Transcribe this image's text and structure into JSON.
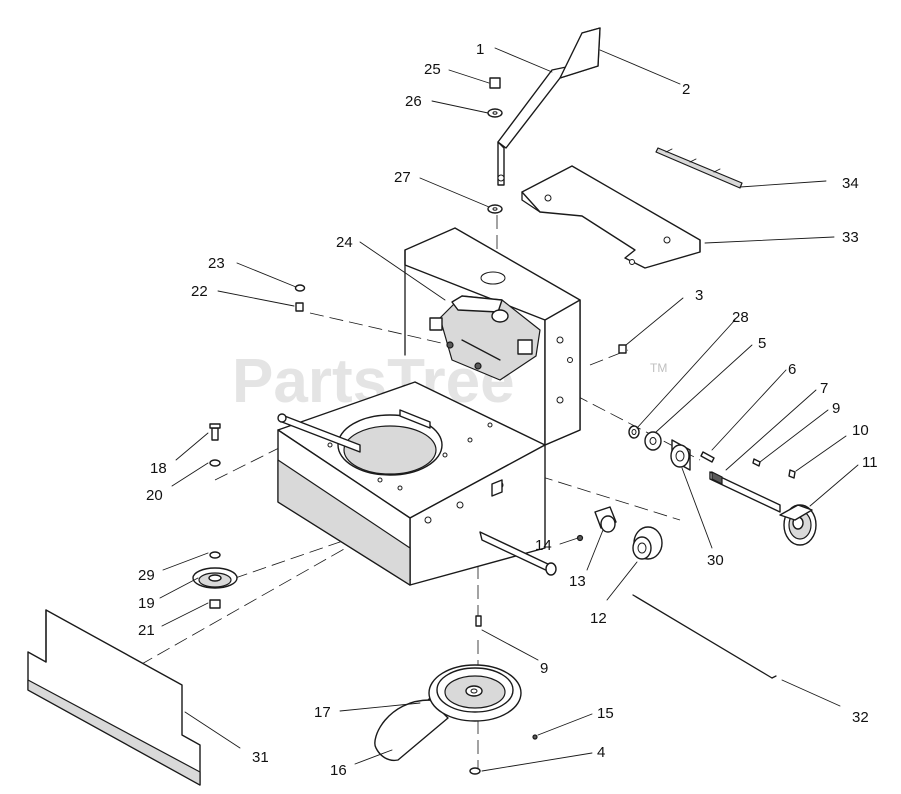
{
  "watermark": {
    "text": "PartsTree",
    "tm": "TM"
  },
  "callouts": [
    {
      "id": "1",
      "label": "1"
    },
    {
      "id": "2",
      "label": "2"
    },
    {
      "id": "3",
      "label": "3"
    },
    {
      "id": "4",
      "label": "4"
    },
    {
      "id": "5",
      "label": "5"
    },
    {
      "id": "6",
      "label": "6"
    },
    {
      "id": "7",
      "label": "7"
    },
    {
      "id": "9a",
      "label": "9"
    },
    {
      "id": "9b",
      "label": "9"
    },
    {
      "id": "10",
      "label": "10"
    },
    {
      "id": "11",
      "label": "11"
    },
    {
      "id": "12",
      "label": "12"
    },
    {
      "id": "13",
      "label": "13"
    },
    {
      "id": "14",
      "label": "14"
    },
    {
      "id": "15",
      "label": "15"
    },
    {
      "id": "16",
      "label": "16"
    },
    {
      "id": "17",
      "label": "17"
    },
    {
      "id": "18",
      "label": "18"
    },
    {
      "id": "19",
      "label": "19"
    },
    {
      "id": "20",
      "label": "20"
    },
    {
      "id": "21",
      "label": "21"
    },
    {
      "id": "22",
      "label": "22"
    },
    {
      "id": "23",
      "label": "23"
    },
    {
      "id": "24",
      "label": "24"
    },
    {
      "id": "25",
      "label": "25"
    },
    {
      "id": "26",
      "label": "26"
    },
    {
      "id": "27",
      "label": "27"
    },
    {
      "id": "28",
      "label": "28"
    },
    {
      "id": "29",
      "label": "29"
    },
    {
      "id": "30",
      "label": "30"
    },
    {
      "id": "31",
      "label": "31"
    },
    {
      "id": "32",
      "label": "32"
    },
    {
      "id": "33",
      "label": "33"
    },
    {
      "id": "34",
      "label": "34"
    }
  ]
}
